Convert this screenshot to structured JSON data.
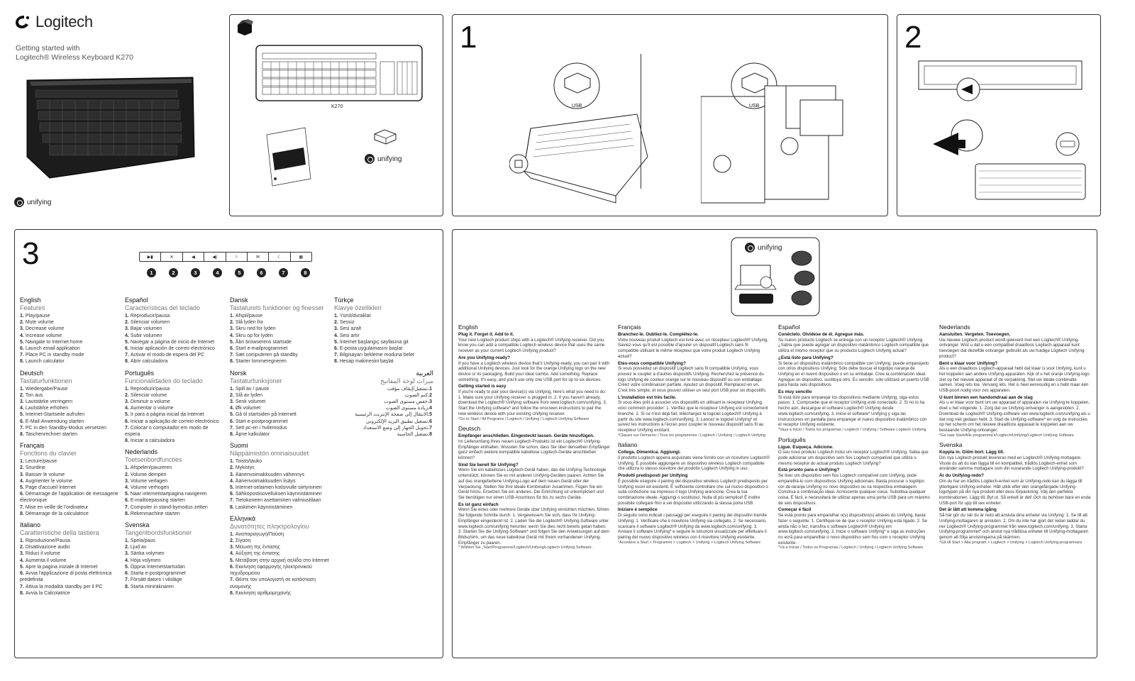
{
  "brand": {
    "logo_text": "Logitech",
    "subtitle_line1": "Getting started with",
    "subtitle_line2": "Logitech® Wireless Keyboard K270",
    "unifying": "unifying",
    "model": "K270",
    "usb": "USB"
  },
  "steps": {
    "one": "1",
    "two": "2",
    "three": "3"
  },
  "keycap_numbers": [
    "1",
    "2",
    "3",
    "4",
    "5",
    "6",
    "7",
    "8"
  ],
  "features": [
    {
      "lang": "English",
      "heading": "Features",
      "items": [
        "Play/pause",
        "Mute volume",
        "Decrease volume",
        "Increase volume",
        "Navigate to Internet home",
        "Launch email application",
        "Place PC in standby mode",
        "Launch calculator"
      ]
    },
    {
      "lang": "Deutsch",
      "heading": "Tastaturfunktionen",
      "items": [
        "Wiedergabe/Pause",
        "Ton aus",
        "Lautstärke verringern",
        "Lautstärke erhöhen",
        "Internet-Startseite aufrufen",
        "E-Mail-Anwendung starten",
        "PC in den Standby-Modus versetzen",
        "Taschenrechner starten"
      ]
    },
    {
      "lang": "Français",
      "heading": "Fonctions du clavier",
      "items": [
        "Lecture/pause",
        "Sourdine",
        "Baisser le volume",
        "Augmenter le volume",
        "Page d'accueil Internet",
        "Démarrage de l'application de messagerie électronique",
        "Mise en veille de l'ordinateur",
        "Démarrage de la calculatrice"
      ]
    },
    {
      "lang": "Italiano",
      "heading": "Caratteristiche della tastiera",
      "items": [
        "Riproduzione/Pausa",
        "Disattivazione audio",
        "Riduci il volume",
        "Aumenta il volume",
        "Apre la pagina iniziale di Internet",
        "Avvia l'applicazione di posta elettronica predefinita",
        "Attiva la modalità standby per il PC",
        "Avvia la Calcolatrice"
      ]
    },
    {
      "lang": "Español",
      "heading": "Características del teclado",
      "items": [
        "Reproducir/pausa",
        "Silenciar volumen",
        "Bajar volumen",
        "Subir volumen",
        "Navegar a página de inicio de Internet",
        "Iniciar aplicación de correo electrónico",
        "Activar el modo de espera del PC",
        "Abrir calculadora"
      ]
    },
    {
      "lang": "Português",
      "heading": "Funcionalidades do teclado",
      "items": [
        "Reproduzir/pausa",
        "Silenciar volume",
        "Diminuir o volume",
        "Aumentar o volume",
        "Ir para a página inicial da Internet",
        "Iniciar a aplicação de correio electrónico",
        "Colocar o computador em modo de espera",
        "Iniciar a calculadora"
      ]
    },
    {
      "lang": "Nederlands",
      "heading": "Toetsenbordfuncties",
      "items": [
        "Afspelen/pauzeren",
        "Volume dempen",
        "Volume verlagen",
        "Volume verhogen",
        "Naar internetstartpagina navigeren",
        "E-mailtoepassing starten",
        "Computer in stand-bymodus zetten",
        "Rekenmachine starten"
      ]
    },
    {
      "lang": "Svenska",
      "heading": "Tangentbordsfunktioner",
      "items": [
        "Spela/paus",
        "Ljud av",
        "Sänka volymen",
        "Höja volymen",
        "Öppna Internetstartsidan",
        "Starta e-postprogrammet",
        "Försätt datorn i viloläge",
        "Starta miniräknaren"
      ]
    },
    {
      "lang": "Dansk",
      "heading": "Tastaturets funktioner og finesser",
      "items": [
        "Afspil/pause",
        "Slå lyden fra",
        "Skru ned for lyden",
        "Skru op for lyden",
        "Åbn browserens startside",
        "Start e-mailprogrammet",
        "Sæt computeren på standby",
        "Starter lommeregneren"
      ]
    },
    {
      "lang": "Norsk",
      "heading": "Tastaturfunksjoner",
      "items": [
        "Spill av / pause",
        "Slå av lyden",
        "Senk volumet",
        "Øk volumet",
        "Gå til startsiden på Internett",
        "Start e-postprogrammet",
        "Sett pc-en i hvilemodus",
        "Åpne kalkulator"
      ]
    },
    {
      "lang": "Suomi",
      "heading": "Näppäimistön ominaisuudet",
      "items": [
        "Toisto/tauko",
        "Mykistys",
        "Äänenvoimakkuuden vähennys",
        "Äänenvoimakkuuden lisäys",
        "Internet-selaimen kotisivulle siirtyminen",
        "Sähköpostisovelluksen käynnistäminen",
        "Tietokoneen asettaminen valmiustilaan",
        "Laskimen käynnistäminen"
      ]
    },
    {
      "lang": "Ελληνικά",
      "heading": "Δυνατότητες πληκτρολογίου",
      "items": [
        "Αναπαραγωγή/Παύση",
        "Σίγαση",
        "Μείωση της έντασης",
        "Αύξηση της έντασης",
        "Μετάβαση στην αρχική σελίδα στο Internet",
        "Εκκίνηση εφαρμογής ηλεκτρονικού ταχυδρομείου",
        "Θέστε τον υπολογιστή σε κατάσταση αναμονής",
        "Εκκίνηση αριθμομηχανής"
      ]
    },
    {
      "lang": "Türkçe",
      "heading": "Klavye özellikleri",
      "items": [
        "Yürüt/duraklat",
        "Sessiz",
        "Sesi azalt",
        "Sesi artır",
        "İnternet başlangıç sayfasına git",
        "E-posta uygulamasını başlat",
        "Bilgisayarı bekleme moduna belet",
        "Hesap makinesini başlat"
      ]
    },
    {
      "lang": "العربية",
      "heading": "ميزات لوحة المفاتيح",
      "items": [
        "تشغيل/إيقاف مؤقت",
        "كتم الصوت",
        "خفض مستوى الصوت",
        "زيادة مستوى الصوت",
        "الانتقال إلى صفحة الإنترنت الرئيسية",
        "تشغيل تطبيق البريد الإلكتروني",
        "تحويل الجهاز إلى وضع الاستعداد",
        "تشغيل الحاسبة"
      ]
    }
  ],
  "unifying_text": [
    {
      "lang": "English",
      "blocks": [
        {
          "h": "Plug it. Forget it. Add to it.",
          "p": "Your new Logitech product ships with a Logitech® Unifying receiver. Did you know you can add a compatible Logitech wireless device that uses the same receiver as your current Logitech Unifying product?"
        },
        {
          "h": "Are you Unifying-ready?",
          "p": "If you have a Logitech wireless device that's Unifying-ready, you can pair it with additional Unifying devices. Just look for the orange Unifying logo on the new device or its packaging. Build your ideal combo. Add something. Replace something. It's easy, and you'll use only one USB port for up to six devices."
        },
        {
          "h": "Getting started is easy",
          "p": "If you're ready to pair your device(s) via Unifying, here's what you need to do: 1. Make sure your Unifying receiver is plugged in. 2. If you haven't already, download the Logitech® Unifying software from www.logitech.com/unifying. 3. Start the Unifying software* and follow the onscreen instructions to pair the new wireless device with your existing Unifying receiver."
        }
      ],
      "note": "*Go to Start / All Programs / Logitech / Unifying / Logitech Unifying Software"
    },
    {
      "lang": "Deutsch",
      "blocks": [
        {
          "h": "Empfänger anschließen. Eingesteckt lassen. Geräte hinzufügen.",
          "p": "Im Lieferumfang Ihres neuen Logitech-Produkts ist ein Logitech® Unifying-Empfänger enthalten. Wussten Sie schon, dass Sie über denselben Empfänger ganz einfach weitere kompatible kabellose Logitech-Geräte anschließen können?"
        },
        {
          "h": "Sind Sie bereit für Unifying?",
          "p": "Wenn Sie ein kabelloses Logitech-Gerät haben, das die Unifying-Technologie unterstützt, können Sie es mit anderen Unifying-Geräten paaren. Achten Sie auf das orangefarbene Unifying-Logo auf dem neuen Gerät oder der Verpackung. Stellen Sie Ihre ideale Kombination zusammen. Fügen Sie ein Gerät hinzu. Ersetzen Sie ein anderes. Die Einrichtung ist unkompliziert und Sie benötigen nur einen USB-Anschluss für bis zu sechs Geräte."
        },
        {
          "h": "Es ist ganz einfach",
          "p": "Wenn Sie eines oder mehrere Geräte über Unifying einrichten möchten, führen Sie folgende Schritte durch: 1. Vergewissern Sie sich, dass Ihr Unifying-Empfänger eingesteckt ist. 2. Laden Sie die Logitech® Unifying-Software unter www.logitech.com/unifying herunter, wenn Sie dies nicht bereits getan haben. 3. Starten Sie die Unifying-Software* und folgen Sie den Anweisungen auf dem Bildschirm, um das neue kabellose Gerät mit Ihrem vorhandenen Unifying-Empfänger zu paaren."
        }
      ],
      "note": "* Wählen Sie „Start/Programme/Logitech/Unifying/Logitech Unifying Software."
    },
    {
      "lang": "Français",
      "blocks": [
        {
          "h": "Branchez-le. Oubliez-le. Complétez-le.",
          "p": "Votre nouveau produit Logitech est livré avec un récepteur Logitech® Unifying. Saviez-vous qu'il est possible d'ajouter un dispositif Logitech sans fil compatible utilisant le même récepteur que votre produit Logitech Unifying actuel?"
        },
        {
          "h": "Etes-vous compatible Unifying?",
          "p": "Si vous possédez un dispositif Logitech sans fil compatible Unifying, vous pouvez le coupler à d'autres dispositifs Unifying. Recherchez la présence du logo Unifying de couleur orange sur le nouveau dispositif ou son emballage. Créez votre combinaison parfaite. Ajoutez un dispositif. Remplacez-en un. C'est très simple, et vous pouvez utiliser un seul port USB pour six dispositifs."
        },
        {
          "h": "L'installation est très facile.",
          "p": "Si vous êtes prêt à associer vos dispositifs en utilisant le récepteur Unifying, voici comment procéder: 1. Vérifiez que le récepteur Unifying est correctement branché. 2. Si ce n'est déjà fait, téléchargez le logiciel Logitech® Unifying à partir du site www.logitech.com/unifying. 3. Lancez le logiciel Unifying* et suivez les instructions à l'écran pour coupler le nouveau dispositif sans fil au récepteur Unifying existant."
        }
      ],
      "note": "*Cliquez sur Démarrer / Tous les programmes / Logitech / Unifying / Logitech Unifying"
    },
    {
      "lang": "Italiano",
      "blocks": [
        {
          "h": "Collega. Dimentica. Aggiungi.",
          "p": "Il prodotto Logitech appena acquistato viene fornito con un ricevitore Logitech® Unifying. È possibile aggiungere un dispositivo wireless Logitech compatibile che utilizza lo stesso ricevitore del prodotto Logitech Unifying in uso."
        },
        {
          "h": "Prodotti predisposti per Unifying",
          "p": "È possibile eseguire il pairing del dispositivo wireless Logitech predisposto per Unifying nuovi ed esistenti. È sufficiente controllare che sul nuovo dispositivo o sulla confezione sia impresso il logo Unifying arancione. Crea la tua combinazione ideale. Aggiungi o sostituisci. Nulla di più semplice! È inoltre possibile collegare fino a sei dispositivi utilizzando la stessa porta USB."
        },
        {
          "h": "Iniziare è semplice",
          "p": "Di seguito sono indicati i passaggi per eseguire il pairing dei dispositivi tramite Unifying: 1. Verificare che il ricevitore Unifying sia collegato. 2. Se necessario, scaricare il software Logitech® Unifying da www.logitech.com/unifying. 3. Avviare il software Unifying* e seguire le istruzioni visualizzate per effettuare il pairing del nuovo dispositivo wireless con il ricevitore Unifying esistente."
        }
      ],
      "note": "*Accedere a Start > Programmi > Logitech > Unifying > Logitech Unifying Software"
    },
    {
      "lang": "Español",
      "blocks": [
        {
          "h": "Conéctelo. Olvídese de él. Agregue más.",
          "p": "Su nuevo producto Logitech se entrega con un receptor Logitech® Unifying. ¿Sabía que puede agregar un dispositivo inalámbrico Logitech compatible que utiliza el mismo receptor que su producto Logitech Unifying actual?"
        },
        {
          "h": "¿Está listo para Unifying?",
          "p": "Si tiene un dispositivo inalámbrico compatible con Unifying, puede emparejarlo con otros dispositivos Unifying. Sólo debe buscar el logotipo naranja de Unifying en el nuevo dispositivo o en su embalaje. Cree la combinación ideal. Agregue un dispositivo, sustituya otro. Es sencillo: sólo utilizará un puerto USB para hasta seis dispositivos."
        },
        {
          "h": "Es muy sencillo",
          "p": "Si está listo para emparejar los dispositivos mediante Unifying, siga estos pasos: 1. Compruebe que el receptor Unifying esté conectado. 2. Si no lo ha hecho aún, descargue el software Logitech® Unifying desde www.logitech.com/unifying. 3. Inicie el software* Unifying y siga las instrucciones en pantalla para emparejar el nuevo dispositivo inalámbrico con el receptor Unifying existente."
        }
      ],
      "note": "*Vaya a Inicio / Todos los programas / Logitech / Unifying / Software Logitech Unifying"
    },
    {
      "lang": "Português",
      "blocks": [
        {
          "h": "Ligue. Esqueça. Adicione.",
          "p": "O seu novo produto Logitech inclui um receptor Logitech® Unifying. Sabia que pode adicionar um dispositivo sem fios Logitech compatível que utiliza o mesmo receptor do actual produto Logitech Unifying?"
        },
        {
          "h": "Está pronto para o Unifying?",
          "p": "Se tiver um dispositivo sem fios Logitech compatível com Unifying, pode emparelhá-lo com dispositivos Unifying adicionais. Basta procurar o logótipo cor-de-laranja Unifying no novo dispositivo ou na respectiva embalagem. Construa a combinação ideal. Acrescente qualquer coisa. Substitua qualquer coisa. É fácil, e necessitará de utilizar apenas uma porta USB para um máximo de seis dispositivos."
        },
        {
          "h": "Começar é fácil",
          "p": "Se está pronto para emparelhar o(s) dispositivo(s) através do Unifying, basta fazer o seguinte: 1. Certifique-se de que o receptor Unifying está ligado. 2. Se ainda não o fez, transfira o software Logitech® Unifying em www.logitech.com/unifying. 3. Inicie o software Unifying* e siga as instruções no ecrã para emparelhar o novo dispositivo sem fios com o receptor Unifying existente."
        }
      ],
      "note": "*Vá a Iniciar / Todos os Programas / Logitech / Unifying / Logitech Unifying Software"
    },
    {
      "lang": "Nederlands",
      "blocks": [
        {
          "h": "Aansluiten. Vergeten. Toevoegen.",
          "p": "Uw nieuwe Logitech-product wordt geleverd met een Logitech® Unifying-ontvanger. Wist u dat u een compatibel draadloos Logitech-apparaat kunt toevoegen dat dezelfde ontvanger gebruikt als uw huidige Logitech Unifying-product?"
        },
        {
          "h": "Bent u klaar voor Unifying?",
          "p": "Als u een draadloos Logitech-apparaat hebt dat klaar is voor Unifying, kunt u het koppelen aan andere Unifying-apparaten. Kijk of u het oranje Unifying-logo ziet op het nieuwe apparaat of de verpakking. Stel uw ideale combinatie samen. Voeg iets toe. Vervang iets. Het is heel eenvoudig en u hebt maar één USB-poort nodig voor zes apparaten."
        },
        {
          "h": "U kunt binnen een handomdraai aan de slag",
          "p": "Als u er klaar voor bent om uw apparaat of apparaten via Unifying te koppelen, doet u het volgende: 1. Zorg dat uw Unifying-ontvanger is aangesloten. 2. Download de Logitech® Unifying-software van www.logitech.com/unifying als u dat nog niet gedaan hebt. 3. Start de Unifying-software* en volg de instructies op het scherm om het nieuwe draadloze apparaat te koppelen aan uw bestaande Unifying-ontvanger."
        }
      ],
      "note": "*Ga naar Start/Alle programma's/Logitech/Unifying/Logitech Unifying Software"
    },
    {
      "lang": "Svenska",
      "blocks": [
        {
          "h": "Koppla in. Glöm bort. Lägg till.",
          "p": "Din nya Logitech-produkt levereras med en Logitech® Unifying-mottagare. Visste du att du kan lägga till en kompatibel, trådlös Logitech-enhet som använder samma mottagare som din nuvarande Logitech Unifying-produkt?"
        },
        {
          "h": "Är du Unifying-redo?",
          "p": "Om du har en trådlös Logitech-enhet som är Unifying-redo kan du lägga till ytterligare Unifying-enheter. Håll utkik efter den orangefärgade Unifying-logotypen på din nya produkt eller dess förpackning. Välj den perfekta kombinationen. Lägg till. Byt ut. Så enkelt är det! Och du behöver bara en enda USB-port för upp till sex enheter."
        },
        {
          "h": "Det är lätt att komma igång",
          "p": "Så här gör du när du är redo att ansluta dina enheter via Unifying: 1. Se till att Unifying-mottagaren är ansluten. 2. Om du inte har gjort det redan laddar du ner Logitech® Unifying-programmet från www.logitech.com/unifying. 3. Starta Unifying-programmet* och anslut nya trådlösa enheter till Unifying-mottagaren genom att följa anvisningarna på skärmen."
        }
      ],
      "note": "*Gå till Start > Alla program > Logitech > Unifying > Logitech Unifying-programvara"
    }
  ]
}
